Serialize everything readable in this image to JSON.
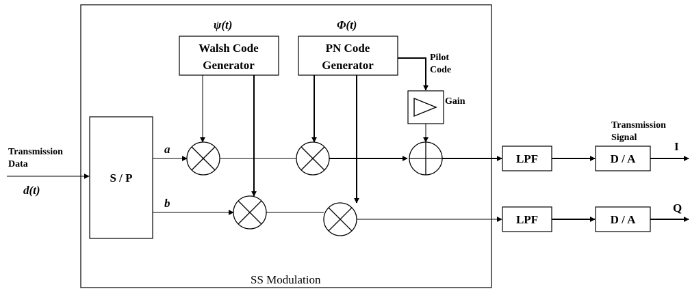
{
  "labels": {
    "psi": "ψ(t)",
    "phi": "Φ(t)",
    "walsh_line1": "Walsh Code",
    "walsh_line2": "Generator",
    "pn_line1": "PN Code",
    "pn_line2": "Generator",
    "pilot_line1": "Pilot",
    "pilot_line2": "Code",
    "gain": "Gain",
    "tx_data_line1": "Transmission",
    "tx_data_line2": "Data",
    "dt": "d(t)",
    "sp": "S / P",
    "a": "a",
    "b": "b",
    "lpf_top": "LPF",
    "lpf_bottom": "LPF",
    "da_top": "D / A",
    "da_bottom": "D / A",
    "tx_signal_line1": "Transmission",
    "tx_signal_line2": "Signal",
    "i_out": "I",
    "q_out": "Q",
    "ss_modulation": "SS Modulation"
  }
}
